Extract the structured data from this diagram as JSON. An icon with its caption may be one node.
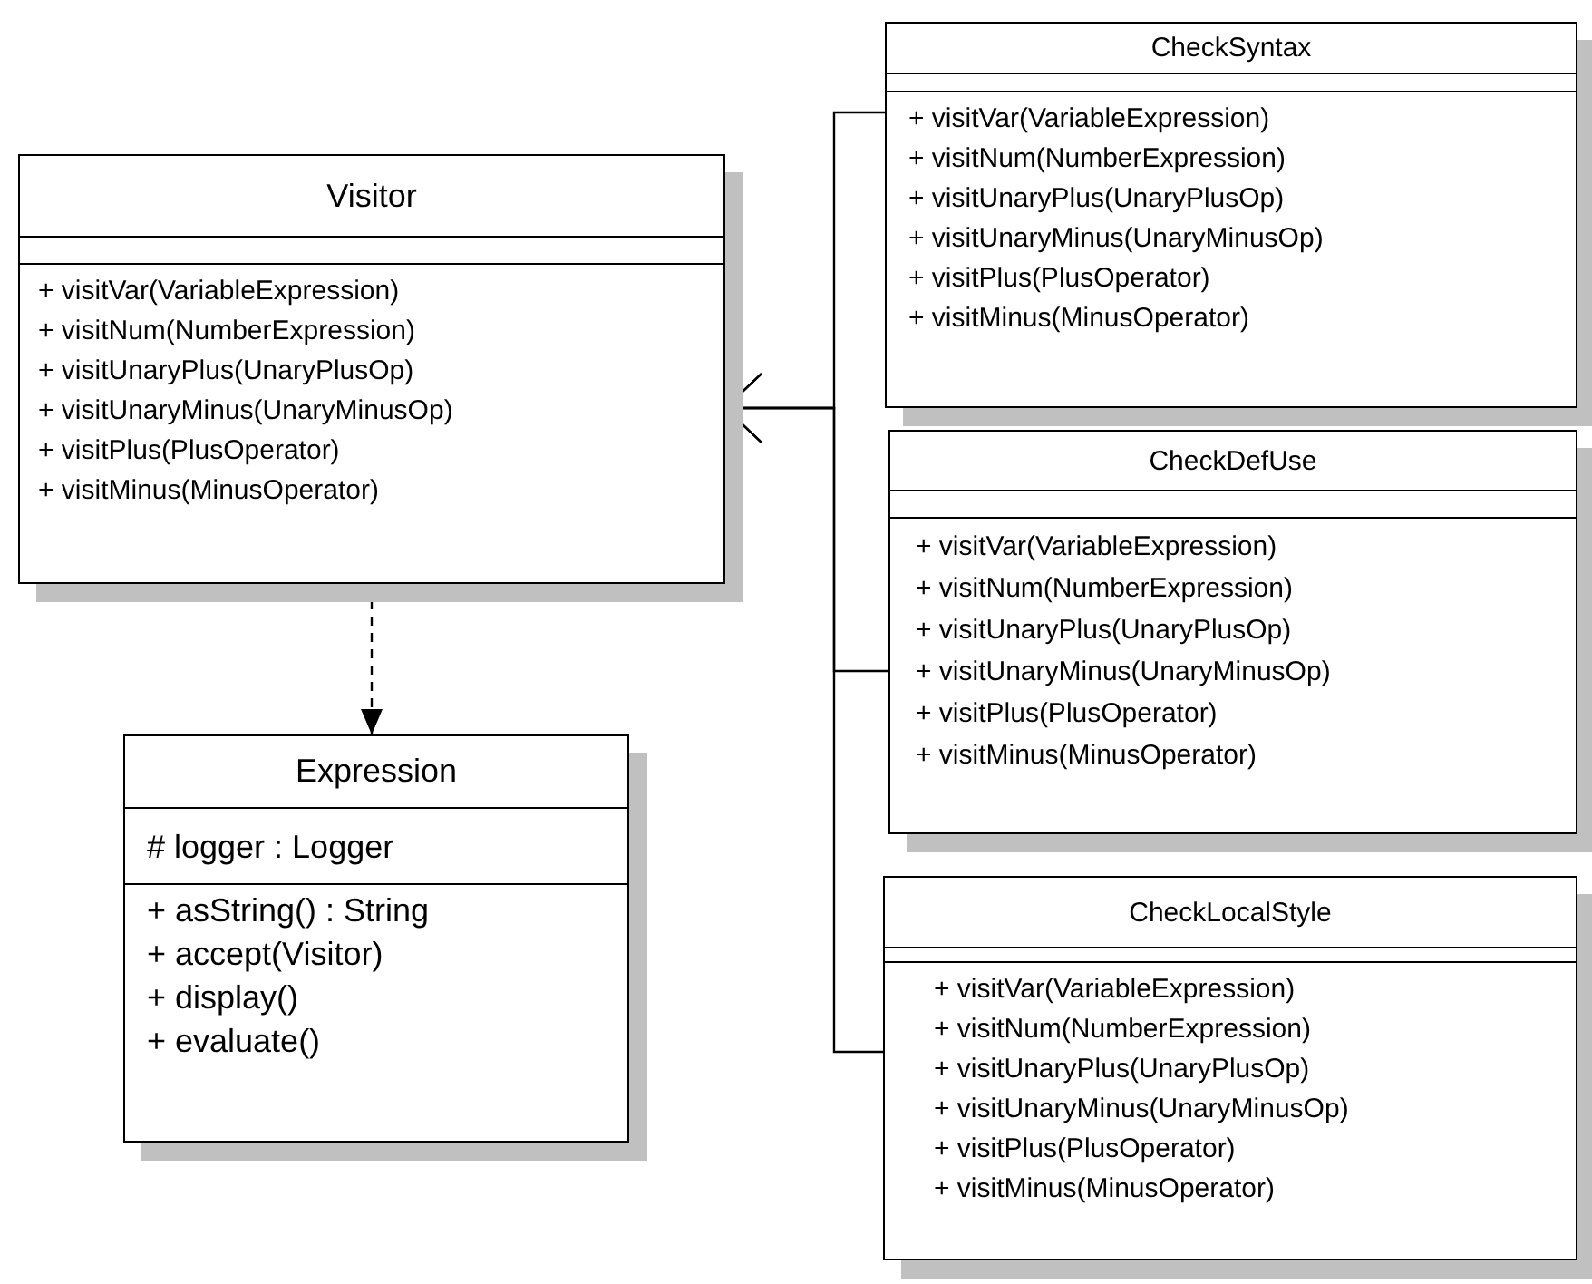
{
  "diagram": {
    "nodes": [
      {
        "text": [
          "Visitor",
          "+ visitVar(VariableExpression)",
          "+ visitNum(NumberExpression)",
          "+ visitUnaryPlus(UnaryPlusOp)",
          "+ visitUnaryMinus(UnaryMinusOp)",
          "+ visitPlus(PlusOperator)",
          "+ visitMinus(MinusOperator)"
        ]
      },
      {
        "text": [
          "Expression",
          "# logger : Logger",
          "+ asString() : String",
          "+ accept(Visitor)",
          "+ display()",
          "+ evaluate()"
        ]
      },
      {
        "text": [
          "CheckSyntax",
          "+ visitVar(VariableExpression)",
          "+ visitNum(NumberExpression)",
          "+ visitUnaryPlus(UnaryPlusOp)",
          "+ visitUnaryMinus(UnaryMinusOp)",
          "+ visitPlus(PlusOperator)",
          "+ visitMinus(MinusOperator)"
        ]
      },
      {
        "text": [
          "CheckDefUse",
          "+ visitVar(VariableExpression)",
          "+ visitNum(NumberExpression)",
          "+ visitUnaryPlus(UnaryPlusOp)",
          "+ visitUnaryMinus(UnaryMinusOp)",
          "+ visitPlus(PlusOperator)",
          "+ visitMinus(MinusOperator)"
        ]
      },
      {
        "text": [
          "CheckLocalStyle",
          "+ visitVar(VariableExpression)",
          "+ visitNum(NumberExpression)",
          "+ visitUnaryPlus(UnaryPlusOp)",
          "+ visitUnaryMinus(UnaryMinusOp)",
          "+ visitPlus(PlusOperator)",
          "+ visitMinus(MinusOperator)"
        ]
      }
    ],
    "edges": [
      {
        "from": 0,
        "to": 1,
        "arrow": "to",
        "style": "dashed"
      },
      {
        "from": 2,
        "to": 0,
        "arrow": "to"
      },
      {
        "from": 3,
        "to": 0,
        "arrow": "to"
      },
      {
        "from": 4,
        "to": 0,
        "arrow": "to"
      }
    ]
  }
}
